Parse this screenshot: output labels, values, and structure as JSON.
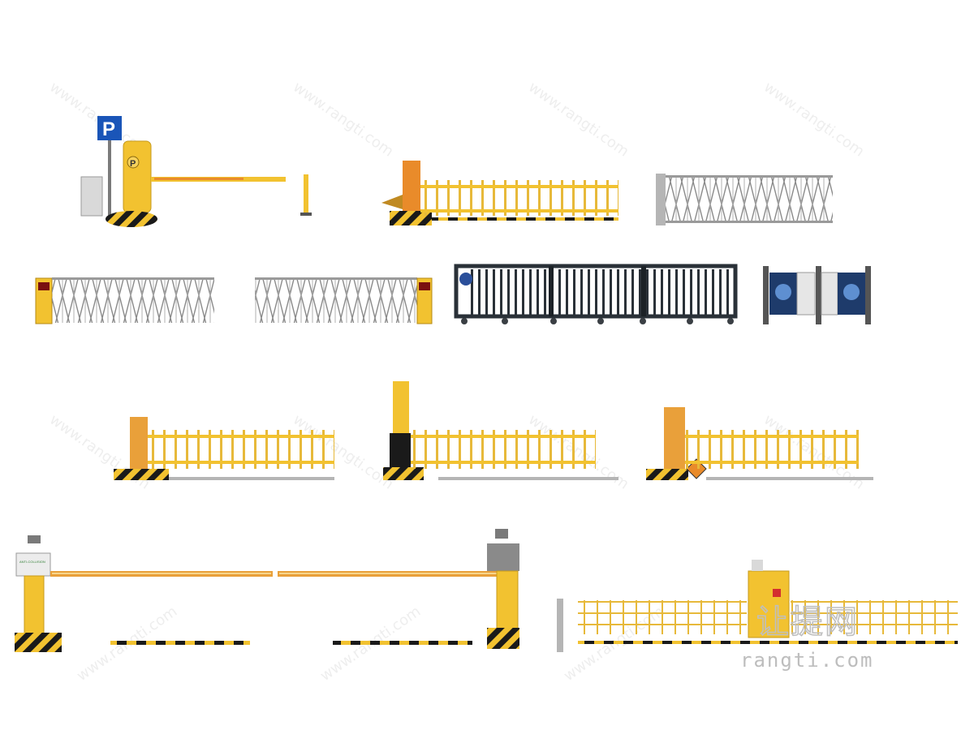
{
  "parking_sign": {
    "letter": "P"
  },
  "booth_letter": "P",
  "camera_box_text": "ANTI-COLLISION",
  "watermark": {
    "domain": "www.rangti.com",
    "logo_cn": "让提网",
    "logo_en": "rangti.com"
  },
  "colors": {
    "barrier_yellow": "#f2c230",
    "barrier_orange": "#e9a03a",
    "hazard_black": "#1a1a1a",
    "steel_gray": "#9a9a9a",
    "sign_blue": "#1a55b8",
    "dark_gate": "#2a3138",
    "background": "#ffffff"
  }
}
